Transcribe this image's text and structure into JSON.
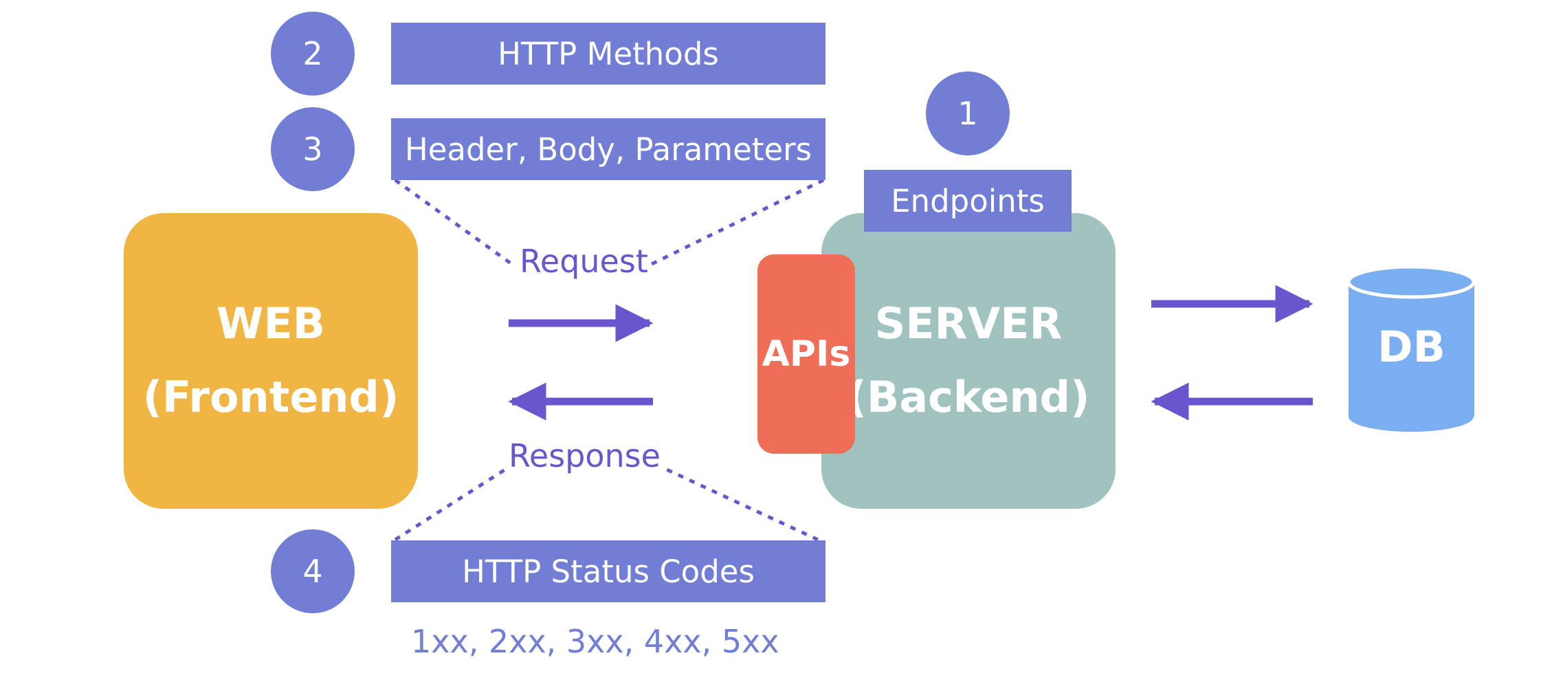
{
  "diagram": {
    "steps": [
      {
        "number": "1",
        "label": "Endpoints"
      },
      {
        "number": "2",
        "label": "HTTP Methods"
      },
      {
        "number": "3",
        "label": "Header, Body, Parameters"
      },
      {
        "number": "4",
        "label": "HTTP Status Codes"
      }
    ],
    "status_code_ranges": "1xx, 2xx, 3xx, 4xx, 5xx",
    "web": {
      "line1": "WEB",
      "line2": "(Frontend)"
    },
    "server": {
      "line1": "SERVER",
      "line2": "(Backend)"
    },
    "apis_label": "APIs",
    "db_label": "DB",
    "request_label": "Request",
    "response_label": "Response"
  },
  "colors": {
    "step_purple": "#727dd6",
    "arrow_purple": "#6a55cf",
    "web_orange": "#f0b543",
    "server_teal": "#a1c3c0",
    "apis_red": "#ee6e58",
    "db_blue": "#7aaef0"
  }
}
